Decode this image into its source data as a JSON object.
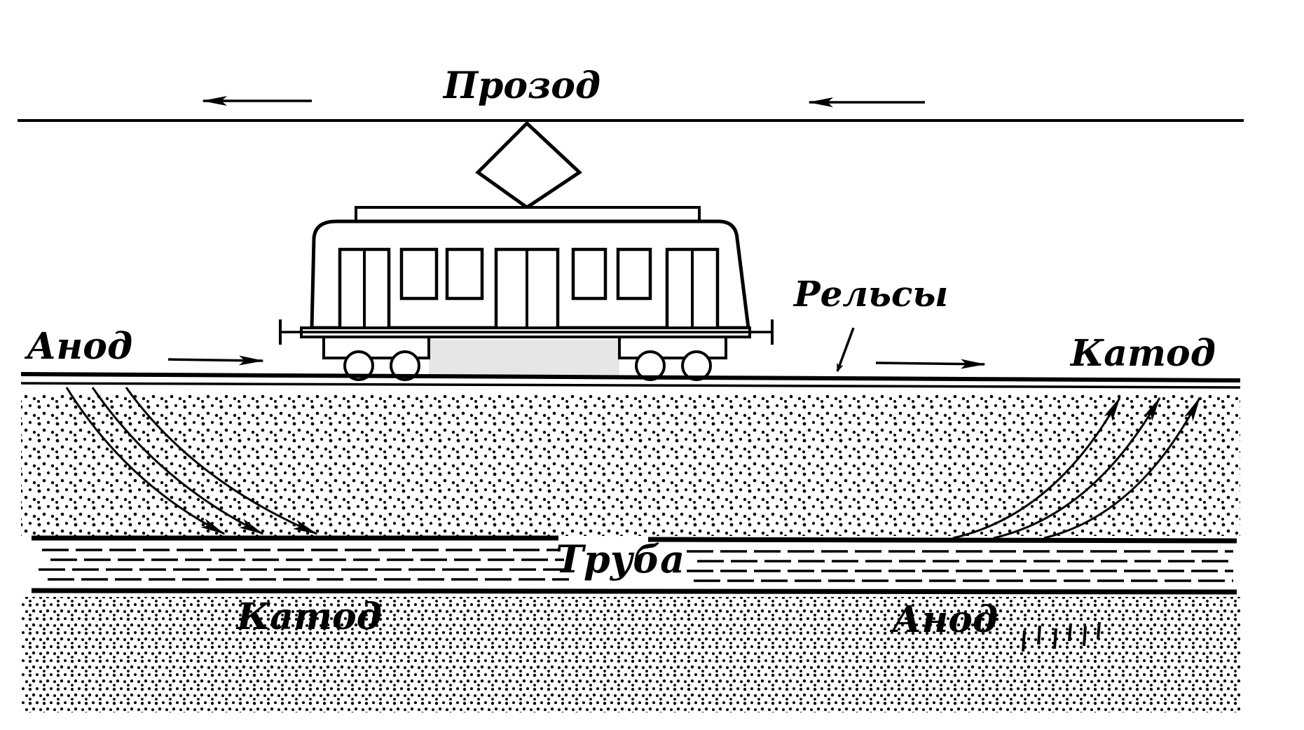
{
  "labels": {
    "wire": "Прозод",
    "rails": "Рельсы",
    "rail_anode": "Анод",
    "rail_cathode": "Катод",
    "pipe": "Труба",
    "pipe_cathode": "Катод",
    "pipe_anode": "Анод"
  },
  "colors": {
    "ink": "#000000",
    "paper": "#ffffff",
    "tram_shadow": "#e6e6e6"
  }
}
